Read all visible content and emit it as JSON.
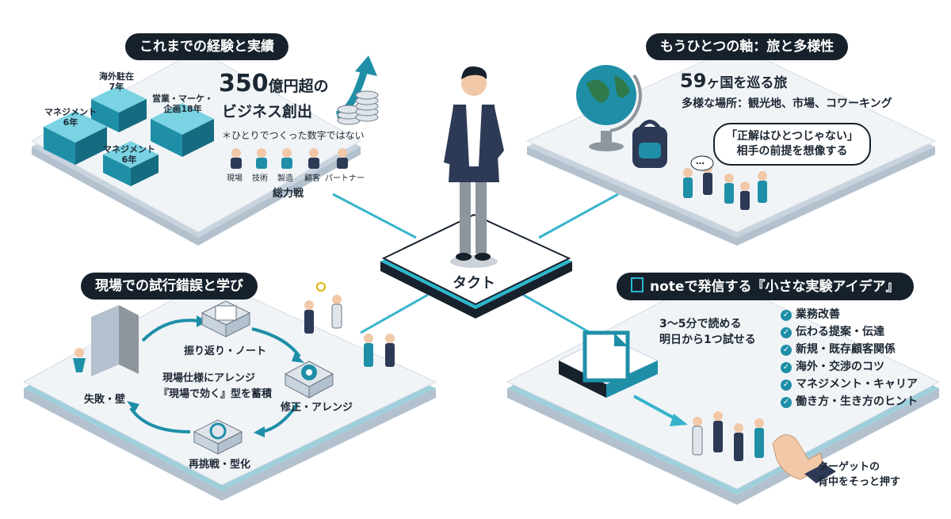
{
  "center": {
    "label": "タクト"
  },
  "q1": {
    "title": "これまでの経験と実績",
    "cubes": [
      "海外駐在\n7年",
      "営業・マーケ・\n企画18年",
      "マネジメント\n6年",
      "マネジメント\n6年"
    ],
    "cube_lines": {
      "c1a": "海外駐在",
      "c1b": "7年",
      "c2a": "営業・マーケ・",
      "c2b": "企画18年",
      "c3a": "マネジメント",
      "c3b": "6年",
      "c4a": "マネジメント",
      "c4b": "6年"
    },
    "big_number": "350",
    "big_suffix": "億円超の",
    "big_line2": "ビジネス創出",
    "note": "＊ひとりでつくった数字ではない",
    "people": [
      "現場",
      "技術",
      "製造",
      "顧客",
      "パートナー"
    ],
    "total": "総力戦"
  },
  "q2": {
    "title": "もうひとつの軸：旅と多様性",
    "countries_num": "59",
    "countries_text": "ヶ国を巡る旅",
    "places": "多様な場所：観光地、市場、コワーキング",
    "quote_line1": "「正解はひとつじゃない」",
    "quote_line2": "相手の前提を想像する",
    "bubble": "…"
  },
  "q3": {
    "title": "現場での試行錯誤と学び",
    "step_wall": "失敗・壁",
    "step_notes": "振り返り・ノート",
    "step_adjust": "修正・アレンジ",
    "step_retry": "再挑戦・型化",
    "center_line1": "現場仕様にアレンジ",
    "center_line2": "『現場で効く』型を蓄積"
  },
  "q4": {
    "title": "noteで発信する『小さな実験アイデア』",
    "read_line1": "3〜5分で読める",
    "read_line2": "明日から1つ試せる",
    "topics": [
      "業務改善",
      "伝わる提案・伝達",
      "新規・既存顧客関係",
      "海外・交渉のコツ",
      "マネジメント・キャリア",
      "働き方・生き方のヒント"
    ],
    "target_line1": "ターゲットの",
    "target_line2": "背中をそっと押す"
  },
  "colors": {
    "dark": "#17212c",
    "teal": "#1f8fa8",
    "tealLight": "#9fdbe6",
    "platform": "#eef1f5",
    "platformEdge": "#c9d2dc"
  }
}
